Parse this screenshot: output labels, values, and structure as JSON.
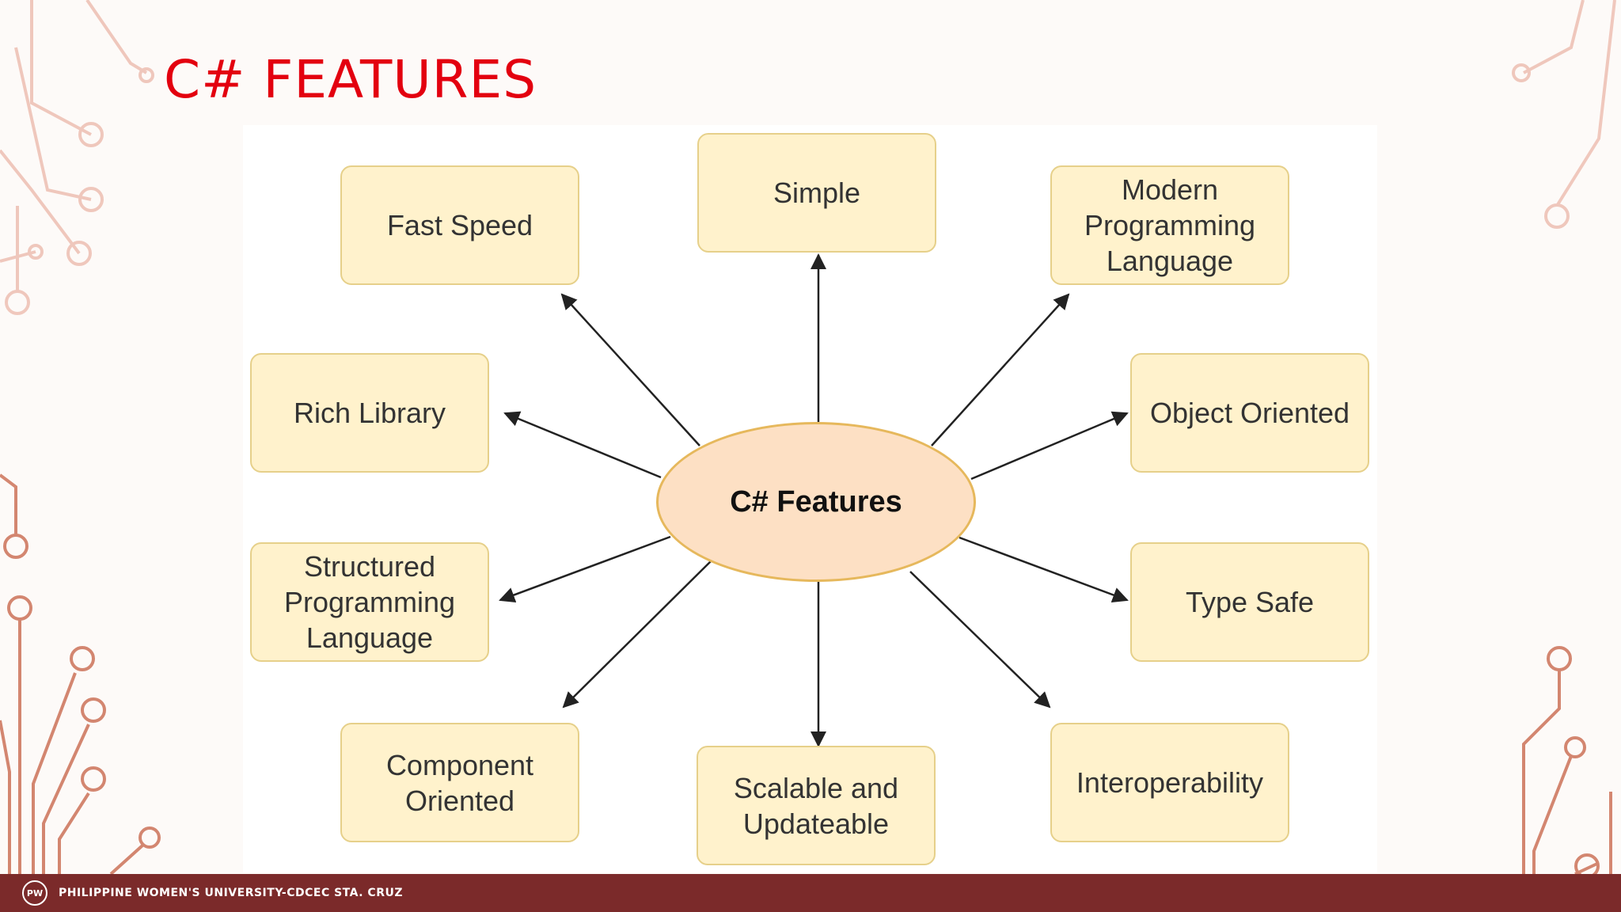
{
  "slide": {
    "title": "C# FEATURES",
    "accent_color": "#e3000f",
    "circuit_color": "#d66b4f"
  },
  "diagram": {
    "center_label": "C# Features",
    "features": [
      "Simple",
      "Modern\nProgramming\nLanguage",
      "Object Oriented",
      "Type Safe",
      "Interoperability",
      "Scalable and\nUpdateable",
      "Component\nOriented",
      "Structured\nProgramming\nLanguage",
      "Rich Library",
      "Fast Speed"
    ],
    "box_fill": "#fff2cc",
    "box_border": "#e6d08a",
    "center_fill": "#fde0c4",
    "center_border": "#e6b85c"
  },
  "footer": {
    "logo_icon": "university-seal-icon",
    "text": "PHILIPPINE WOMEN'S UNIVERSITY-CDCEC STA. CRUZ",
    "bar_color": "#7b2a2a"
  }
}
